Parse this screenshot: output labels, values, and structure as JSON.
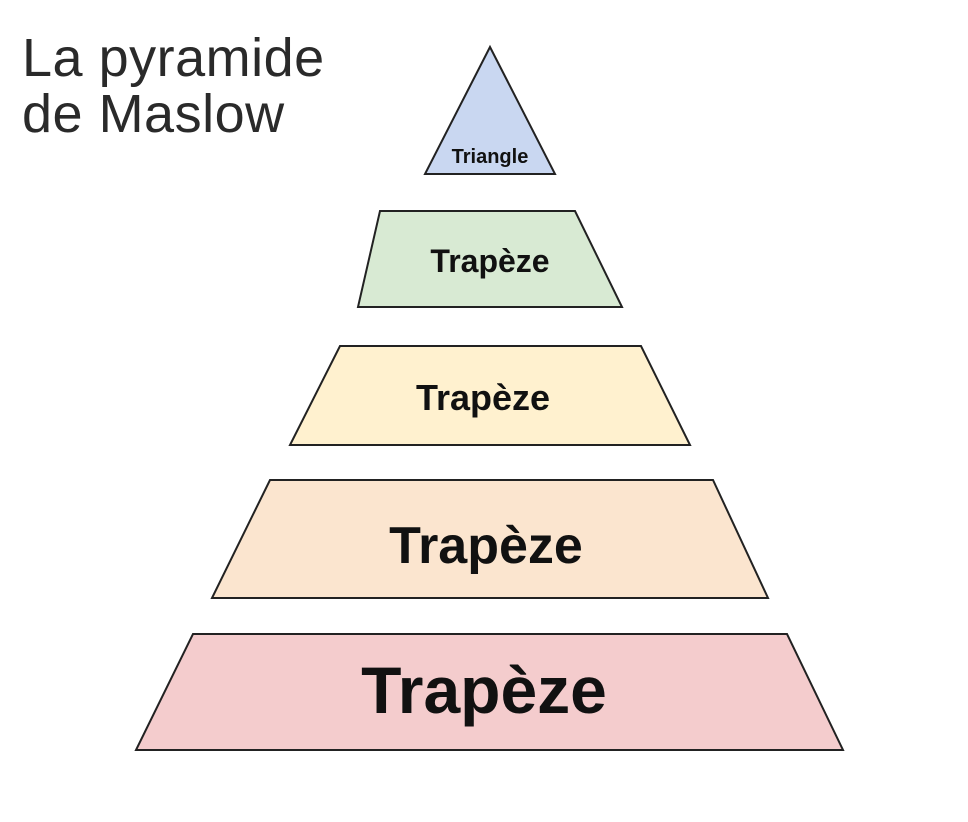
{
  "title": {
    "line1": "La pyramide",
    "line2": "de Maslow"
  },
  "levels": [
    {
      "label": "Triangle",
      "fill": "#c9d7f1"
    },
    {
      "label": "Trapèze",
      "fill": "#d8ead3"
    },
    {
      "label": "Trapèze",
      "fill": "#fff1cf"
    },
    {
      "label": "Trapèze",
      "fill": "#fbe5cf"
    },
    {
      "label": "Trapèze",
      "fill": "#f4cccd"
    }
  ],
  "colors": {
    "outline": "#222222",
    "text": "#111111"
  }
}
